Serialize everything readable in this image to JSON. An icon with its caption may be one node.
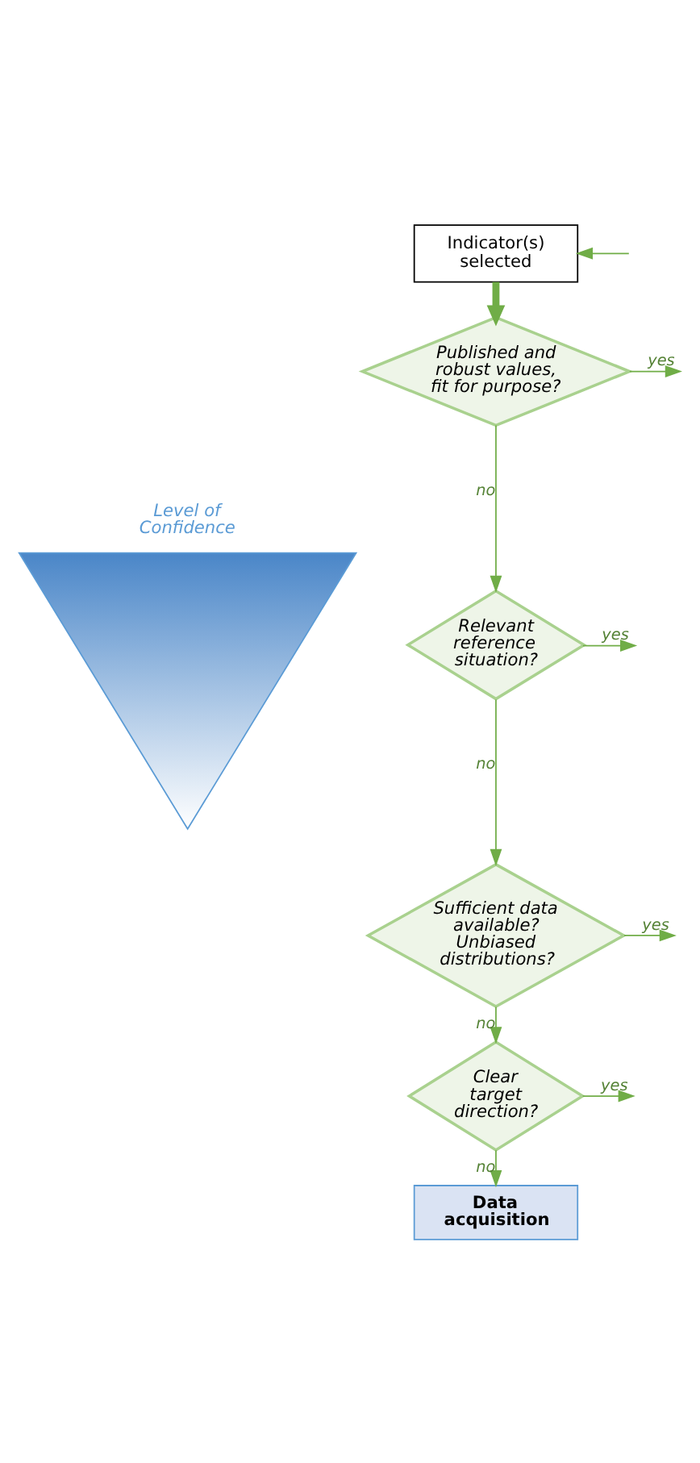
{
  "diagram": {
    "nodes": [
      {
        "text": [
          "Indicator(s) selected"
        ]
      },
      {
        "text": [
          "Published and robust values, fit for purpose?"
        ]
      },
      {
        "text": [
          "Relevant reference situation?"
        ]
      },
      {
        "text": [
          "Sufficient data available? Unbiased distributions?"
        ]
      },
      {
        "text": [
          "Clear target direction?"
        ]
      },
      {
        "text": [
          "Data acquisition"
        ]
      },
      {
        "text": [
          "Level of Confidence"
        ]
      }
    ],
    "edges": [
      {
        "from": null,
        "to": 0,
        "arrow": "to"
      },
      {
        "from": 0,
        "to": 1,
        "arrow": "to",
        "style": "thick"
      },
      {
        "from": 1,
        "to": null,
        "arrow": "to",
        "label": "yes"
      },
      {
        "from": 1,
        "to": 2,
        "arrow": "to",
        "label": "no"
      },
      {
        "from": 2,
        "to": null,
        "arrow": "to",
        "label": "yes"
      },
      {
        "from": 2,
        "to": 3,
        "arrow": "to",
        "label": "no"
      },
      {
        "from": 3,
        "to": null,
        "arrow": "to",
        "label": "yes"
      },
      {
        "from": 3,
        "to": 4,
        "arrow": "to",
        "label": "no"
      },
      {
        "from": 4,
        "to": null,
        "arrow": "to",
        "label": "yes"
      },
      {
        "from": 4,
        "to": 5,
        "arrow": "to",
        "label": "no"
      }
    ]
  }
}
